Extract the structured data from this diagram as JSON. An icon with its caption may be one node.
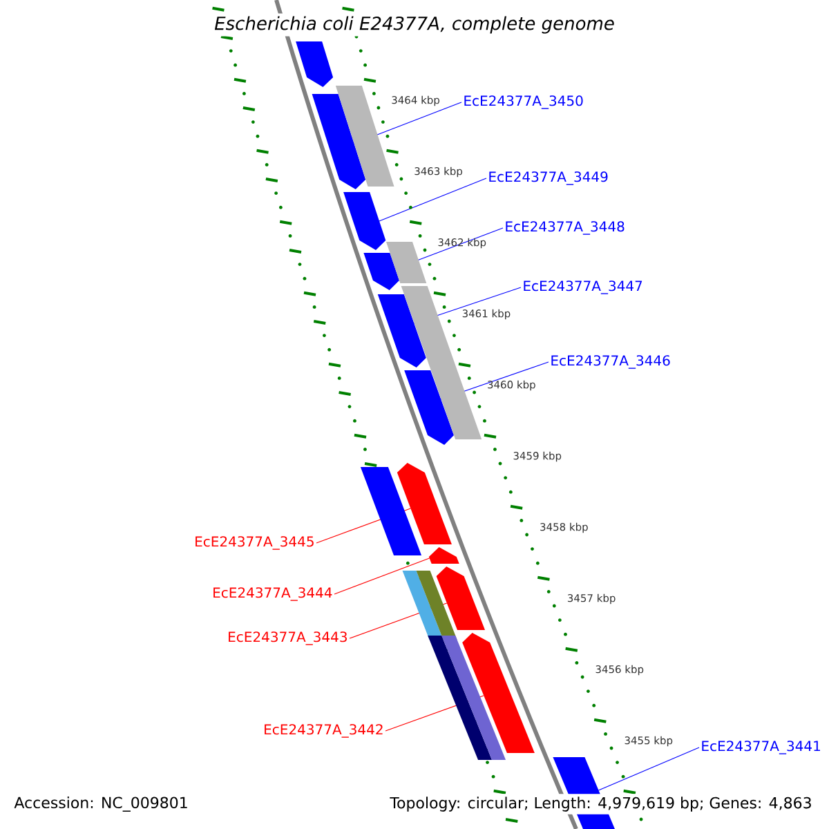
{
  "diagram": {
    "title": "Escherichia coli E24377A, complete genome",
    "nodes": [
      {
        "text": [
          "EcE24377A_3450"
        ]
      },
      {
        "text": [
          "EcE24377A_3449"
        ]
      },
      {
        "text": [
          "EcE24377A_3448"
        ]
      },
      {
        "text": [
          "EcE24377A_3447"
        ]
      },
      {
        "text": [
          "EcE24377A_3446"
        ]
      },
      {
        "text": [
          "EcE24377A_3445"
        ]
      },
      {
        "text": [
          "EcE24377A_3444"
        ]
      },
      {
        "text": [
          "EcE24377A_3443"
        ]
      },
      {
        "text": [
          "EcE24377A_3442"
        ]
      },
      {
        "text": [
          "EcE24377A_3441"
        ]
      },
      {
        "text": [],
        "shape": "pentagon"
      },
      {
        "text": [],
        "shape": "pentagon"
      },
      {
        "text": [],
        "shape": "pentagon"
      },
      {
        "text": [],
        "shape": "pentagon"
      },
      {
        "text": [],
        "shape": "pentagon"
      },
      {
        "text": [],
        "shape": "pentagon"
      },
      {
        "text": [],
        "shape": "pentagon"
      },
      {
        "text": [],
        "shape": "pentagon"
      },
      {
        "text": [],
        "shape": "pentagon"
      },
      {
        "text": [],
        "shape": "bar"
      }
    ],
    "edges": [
      {
        "from": 0,
        "to": 10,
        "arrow": "none"
      },
      {
        "from": 1,
        "to": 11,
        "arrow": "none"
      },
      {
        "from": 2,
        "to": 12,
        "arrow": "none"
      },
      {
        "from": 3,
        "to": 13,
        "arrow": "none"
      },
      {
        "from": 4,
        "to": 14,
        "arrow": "none"
      },
      {
        "from": 5,
        "to": 15,
        "arrow": "none",
        "color": "#ff0000"
      },
      {
        "from": 6,
        "to": 16,
        "arrow": "none",
        "color": "#ff0000"
      },
      {
        "from": 7,
        "to": 17,
        "arrow": "none",
        "color": "#ff0000"
      },
      {
        "from": 8,
        "to": 18,
        "arrow": "none",
        "color": "#ff0000"
      },
      {
        "from": 9,
        "to": 19,
        "arrow": "none"
      }
    ],
    "labels": [
      "3464 kbp",
      "3463 kbp",
      "3462 kbp",
      "3461 kbp",
      "3460 kbp",
      "3459 kbp",
      "3458 kbp",
      "3457 kbp",
      "3456 kbp",
      "3455 kbp",
      "Accession: NC_009801",
      "Topology: circular; Length: 4,979,619 bp; Genes: 4,863"
    ]
  }
}
